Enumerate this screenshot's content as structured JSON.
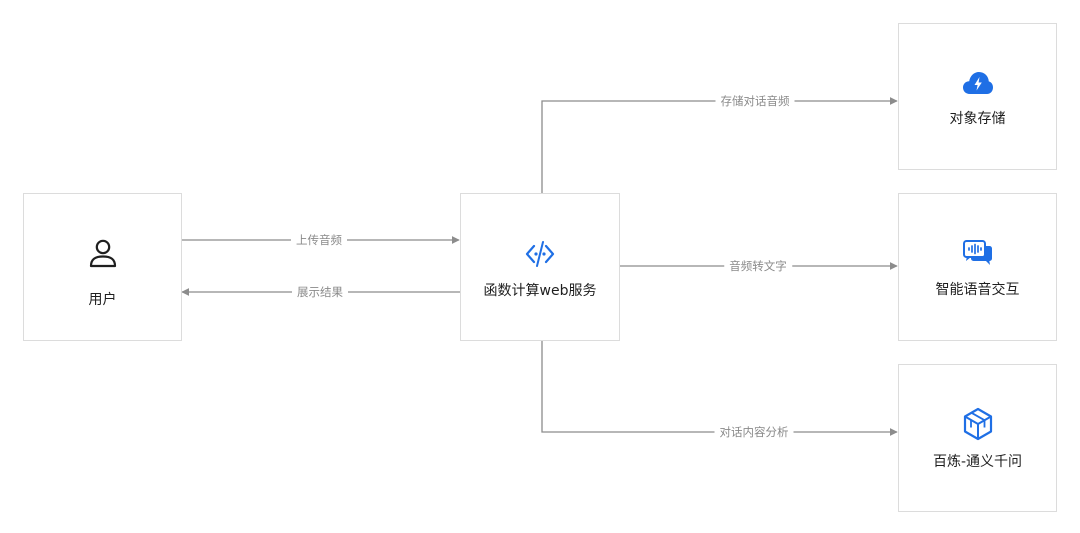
{
  "nodes": {
    "user": {
      "label": "用户",
      "icon": "user-icon"
    },
    "web_service": {
      "label": "函数计算web服务",
      "icon": "function-compute-icon"
    },
    "object_storage": {
      "label": "对象存储",
      "icon": "cloud-upload-icon"
    },
    "voice_interaction": {
      "label": "智能语音交互",
      "icon": "voice-chat-icon"
    },
    "bailian": {
      "label": "百炼-通义千问",
      "icon": "bailian-cube-icon"
    }
  },
  "edges": {
    "upload_audio": "上传音频",
    "show_results": "展示结果",
    "store_audio": "存储对话音频",
    "speech_to_text": "音频转文字",
    "analyze_content": "对话内容分析"
  },
  "colors": {
    "icon_blue": "#1f6fe5",
    "line": "#8c8c8c",
    "border": "#dcdcdc"
  }
}
